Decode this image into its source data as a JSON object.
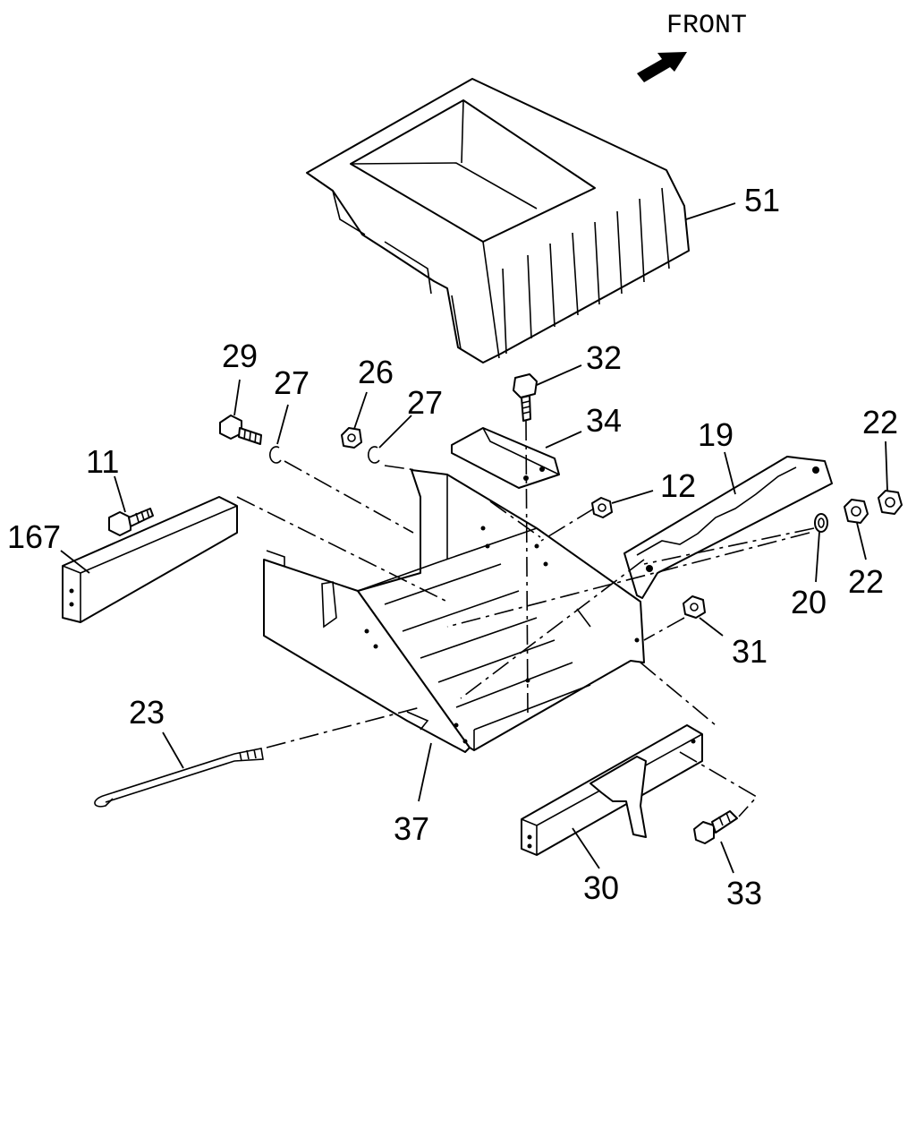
{
  "front_label": "FRONT",
  "callouts": {
    "c51": "51",
    "c32": "32",
    "c34": "34",
    "c29": "29",
    "c27a": "27",
    "c26": "26",
    "c27b": "27",
    "c11": "11",
    "c167": "167",
    "c12": "12",
    "c19": "19",
    "c22a": "22",
    "c22b": "22",
    "c20": "20",
    "c31": "31",
    "c23": "23",
    "c37": "37",
    "c30": "30",
    "c33": "33"
  },
  "colors": {
    "line": "#000000",
    "background": "#ffffff"
  }
}
